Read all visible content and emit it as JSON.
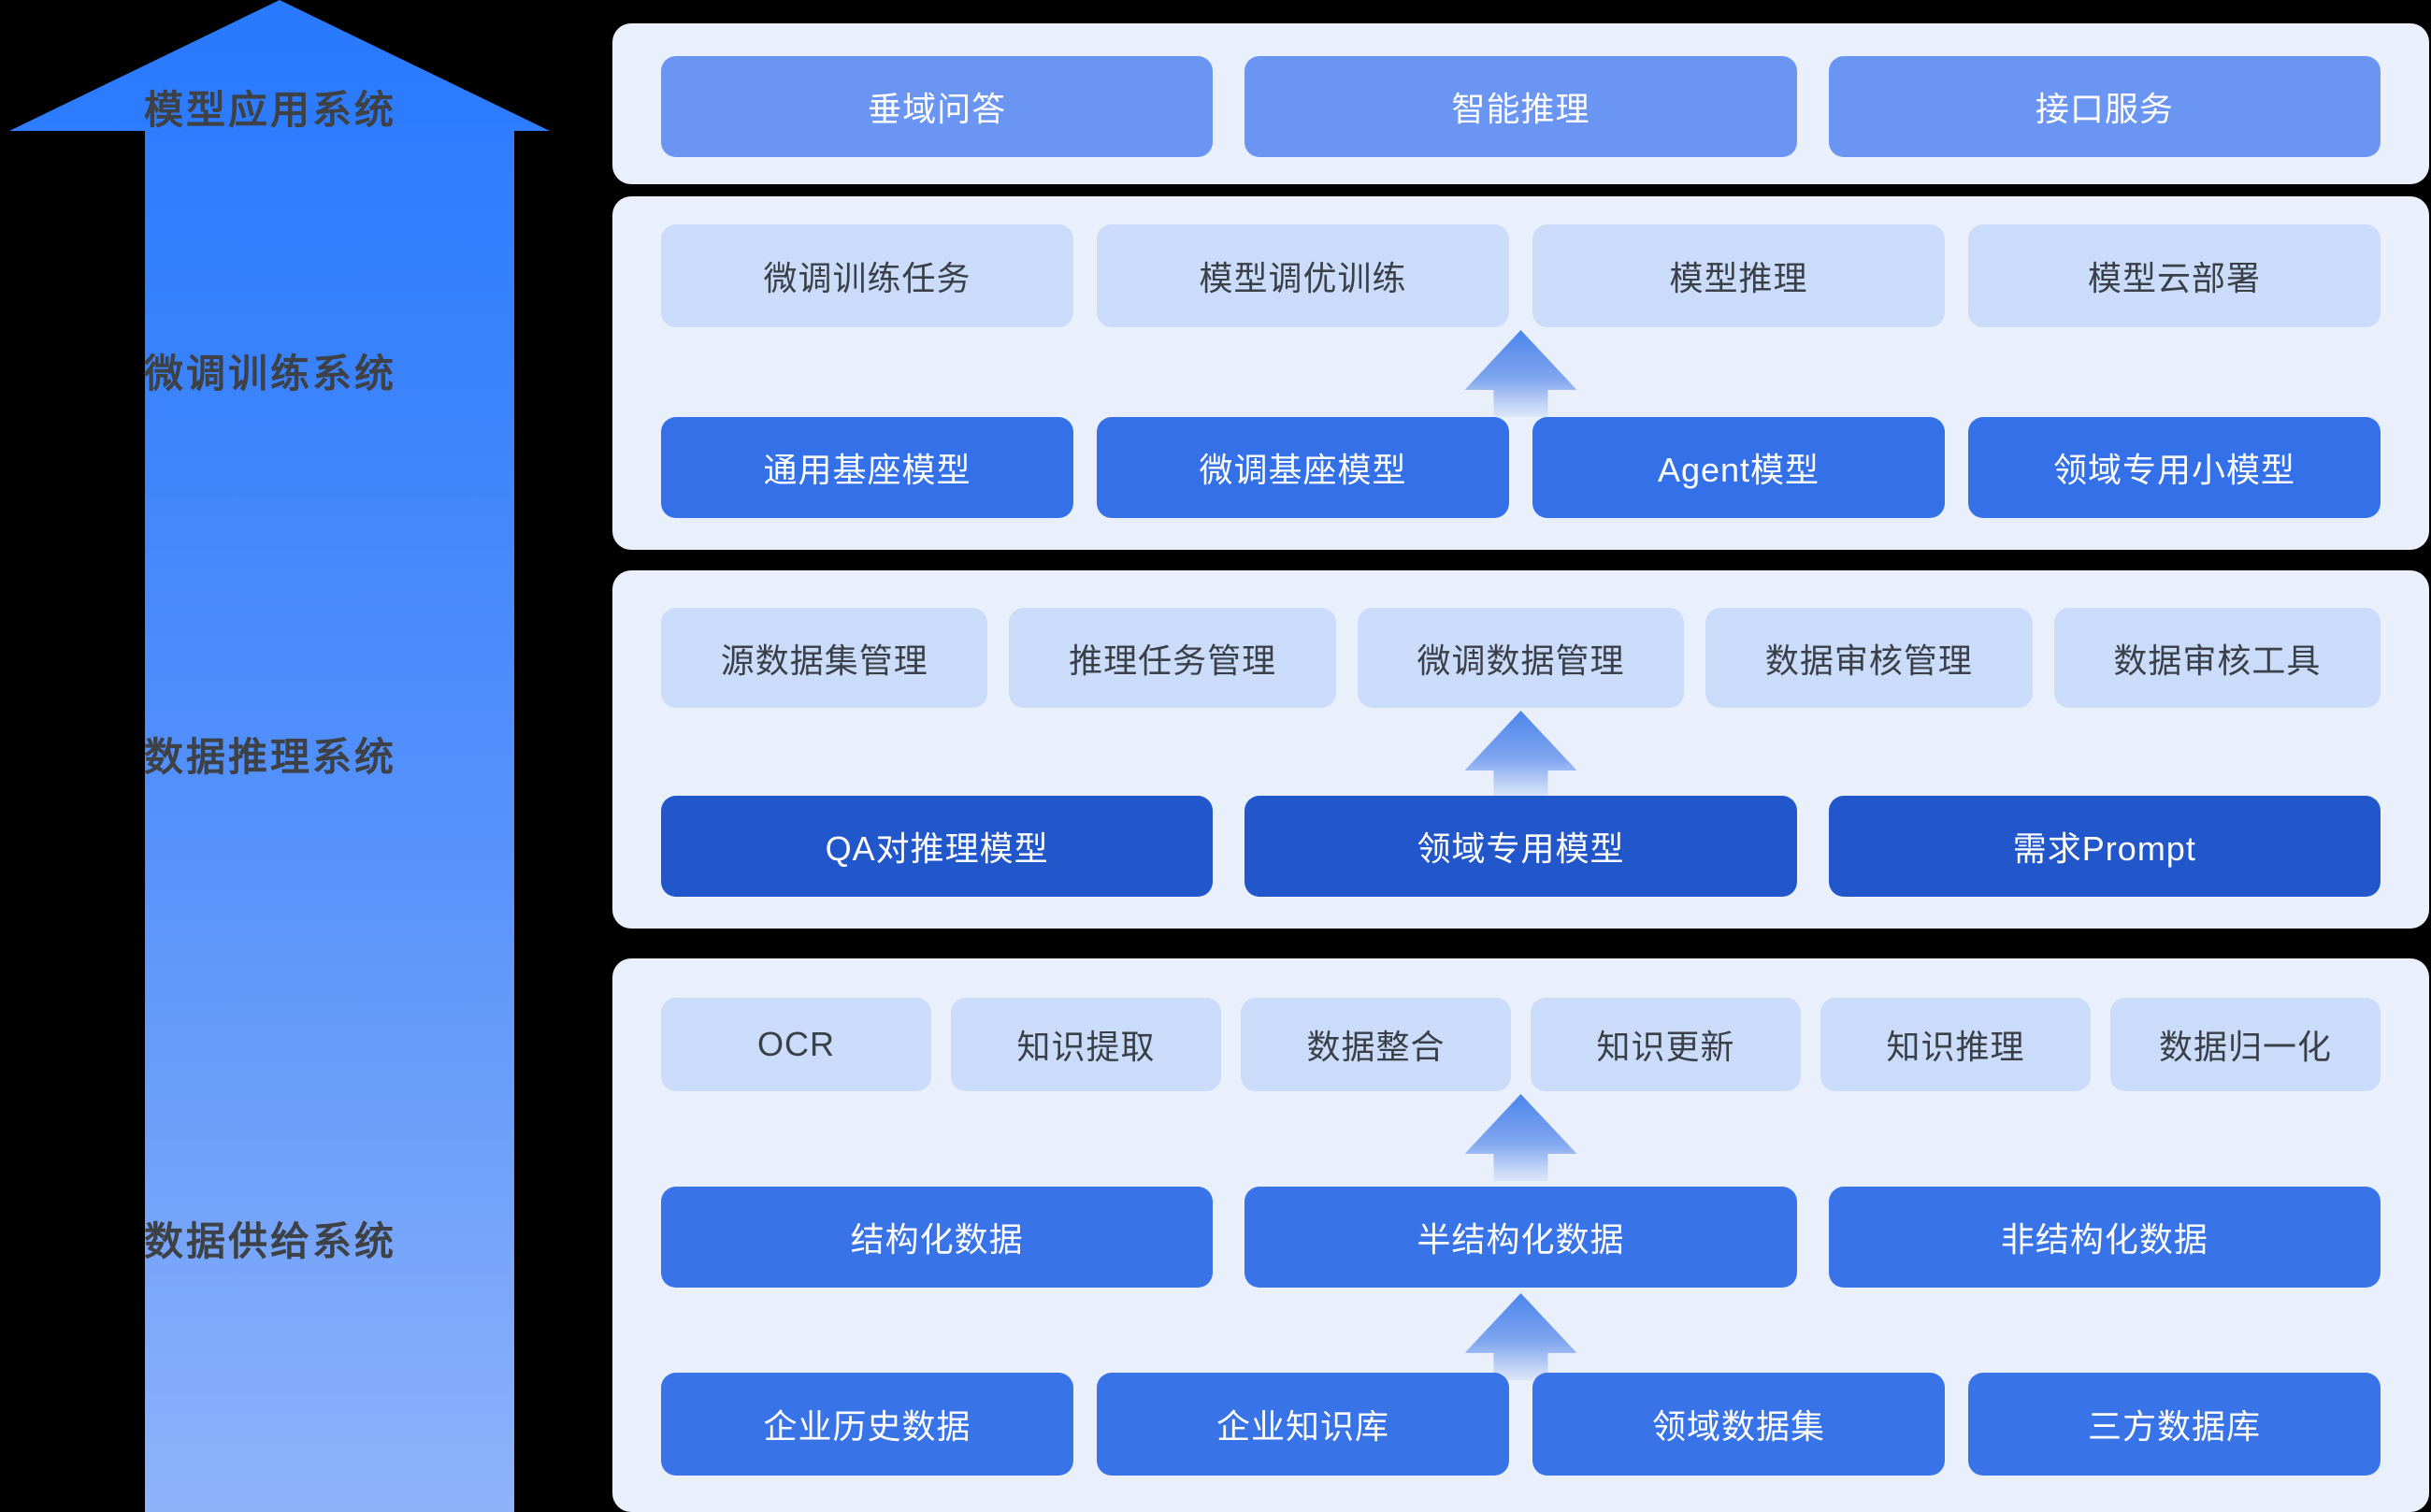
{
  "sidebar_arrow": {
    "labels": [
      "模型应用系统",
      "微调训练系统",
      "数据推理系统",
      "数据供给系统"
    ]
  },
  "panel_application": {
    "solid_row": [
      "垂域问答",
      "智能推理",
      "接口服务"
    ]
  },
  "panel_finetune": {
    "light_row": [
      "微调训练任务",
      "模型调优训练",
      "模型推理",
      "模型云部署"
    ],
    "solid_row": [
      "通用基座模型",
      "微调基座模型",
      "Agent模型",
      "领域专用小模型"
    ]
  },
  "panel_inference": {
    "light_row": [
      "源数据集管理",
      "推理任务管理",
      "微调数据管理",
      "数据审核管理",
      "数据审核工具"
    ],
    "solid_row": [
      "QA对推理模型",
      "领域专用模型",
      "需求Prompt"
    ]
  },
  "panel_supply": {
    "light_row": [
      "OCR",
      "知识提取",
      "数据整合",
      "知识更新",
      "知识推理",
      "数据归一化"
    ],
    "mid_row": [
      "结构化数据",
      "半结构化数据",
      "非结构化数据"
    ],
    "bottom_row": [
      "企业历史数据",
      "企业知识库",
      "领域数据集",
      "三方数据库"
    ]
  },
  "colors": {
    "background": "#000000",
    "panel_bg": "#E9EFFB",
    "light_button": "#CADCFA",
    "app_button": "#6B95F2",
    "strong_button": "#3470E8",
    "dark_button": "#2257CB",
    "supply_button": "#3973E8",
    "big_arrow_top": "#2979FE",
    "big_arrow_bottom": "#8DB4FB",
    "arrow_label_text": "#3E4247",
    "button_text": "#FFFFFF"
  }
}
